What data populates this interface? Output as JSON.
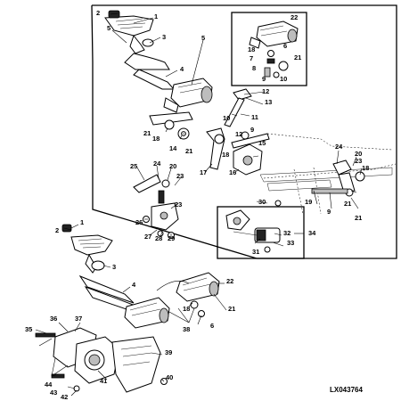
{
  "diagram_code": "LX043764",
  "callouts": {
    "c1": "1",
    "c2": "2",
    "c3": "3",
    "c4": "4",
    "c5": "5",
    "c6": "6",
    "c7": "7",
    "c8": "8",
    "c9": "9",
    "c10": "10",
    "c11": "11",
    "c12": "12",
    "c13": "13",
    "c14": "14",
    "c15": "15",
    "c16": "16",
    "c17": "17",
    "c18": "18",
    "c19": "19",
    "c20": "20",
    "c21": "21",
    "c22": "22",
    "c23": "23",
    "c24": "24",
    "c25": "25",
    "c26": "26",
    "c27": "27",
    "c28": "28",
    "c29": "29",
    "c30": "30",
    "c31": "31",
    "c32": "32",
    "c33": "33",
    "c34": "34",
    "c35": "35",
    "c36": "36",
    "c37": "37",
    "c38": "38",
    "c39": "39",
    "c40": "40",
    "c41": "41",
    "c42": "42",
    "c43": "43",
    "c44": "44"
  }
}
